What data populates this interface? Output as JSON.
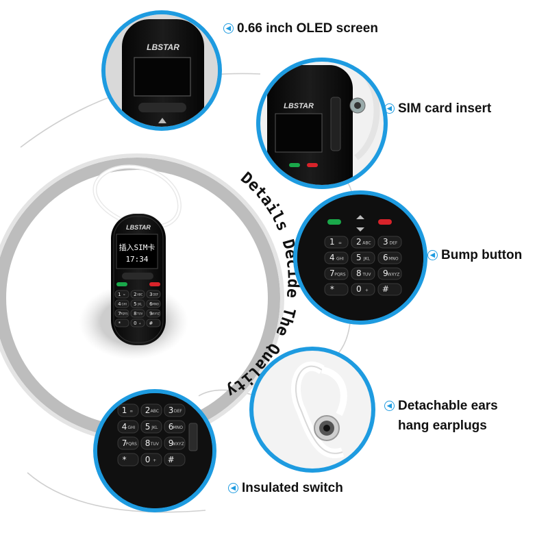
{
  "features": [
    {
      "id": "screen",
      "label": "0.66 inch OLED screen"
    },
    {
      "id": "sim",
      "label": "SIM card insert"
    },
    {
      "id": "bump",
      "label": "Bump button"
    },
    {
      "id": "ears",
      "label": "Detachable ears\nhang earplugs"
    },
    {
      "id": "switch",
      "label": "Insulated switch"
    }
  ],
  "arc_text": "Details Decide The Quality",
  "phone": {
    "brand": "LBSTAR",
    "screen_line1": "插入SIM卡",
    "screen_line2": "17:34"
  },
  "keypad": [
    {
      "num": "1",
      "sub": "∞"
    },
    {
      "num": "2",
      "sub": "ABC"
    },
    {
      "num": "3",
      "sub": "DEF"
    },
    {
      "num": "4",
      "sub": "GHI"
    },
    {
      "num": "5",
      "sub": "JKL"
    },
    {
      "num": "6",
      "sub": "MNO"
    },
    {
      "num": "7",
      "sub": "PQRS"
    },
    {
      "num": "8",
      "sub": "TUV"
    },
    {
      "num": "9",
      "sub": "WXYZ"
    },
    {
      "num": "*",
      "sub": ""
    },
    {
      "num": "0",
      "sub": "+"
    },
    {
      "num": "#",
      "sub": ""
    }
  ],
  "colors": {
    "accent": "#1e9be0",
    "phone_body": "#151515",
    "call_key": "#1aa84a",
    "end_key": "#d8232a"
  }
}
